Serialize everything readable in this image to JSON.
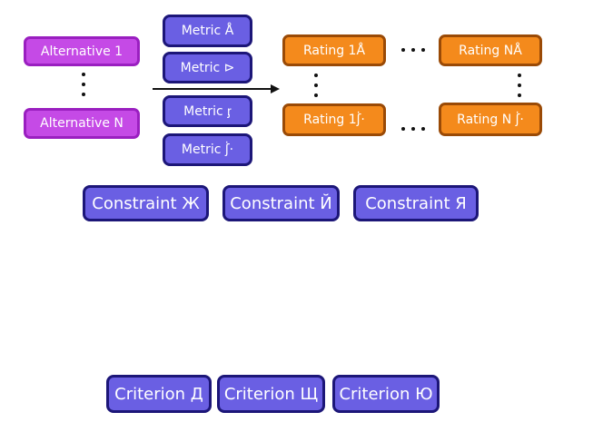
{
  "alternatives": [
    "Alternative 1",
    "Alternative N"
  ],
  "metrics": [
    "Metric Å",
    "Metric ⊳",
    "Metric ᶉ",
    "Metric ʃ̇·"
  ],
  "ratings": {
    "top_first": "Rating 1Å",
    "top_last": "Rating NÅ",
    "bottom_first": "Rating 1ʃ̇·",
    "bottom_last": "Rating N ʃ̇·"
  },
  "constraints": [
    "Constraint Ж",
    "Constraint Й",
    "Constraint Я"
  ],
  "criteria": [
    "Criterion Д",
    "Criterion Щ",
    "Criterion Ю"
  ],
  "colors": {
    "alternative": "#c54ae6",
    "metric": "#6a5fe3",
    "rating": "#f48a1c"
  }
}
